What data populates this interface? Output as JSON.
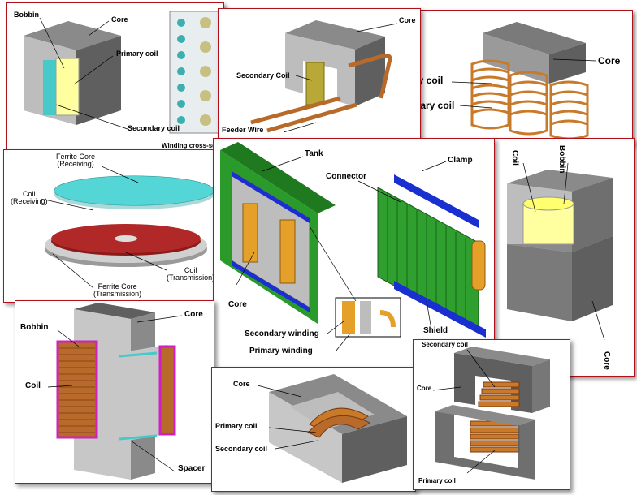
{
  "colors": {
    "frame": "#b0101a",
    "core_dark": "#5f5f5f",
    "core_mid": "#8a8a8a",
    "core_light": "#bdbdbd",
    "copper": "#c87a2a",
    "coil_yellow": "#ffffa0",
    "ferrite_cyan": "#48c9c9",
    "coil_red": "#8b1a1a",
    "tank_green": "#2a9a2a",
    "clamp_blue": "#1a2fd0",
    "bobbin_magenta": "#d020c0"
  },
  "panels": {
    "p1": {
      "bobbin": "Bobbin",
      "core": "Core",
      "primary": "Primary coil",
      "secondary": "Secondary coil",
      "caption": "Winding cross-sec"
    },
    "p2": {
      "core": "Core",
      "secondary": "Secondary Coil",
      "feeder": "Feeder Wire"
    },
    "p3": {
      "core": "Core",
      "primary": "ry coil",
      "secondary": "dary coil"
    },
    "p4": {
      "ferrite_rx": "Ferrite Core\n(Receiving)",
      "coil_rx": "Coil\n(Receiving)",
      "coil_tx": "Coil\n(Transmission)",
      "ferrite_tx": "Ferrite Core\n(Transmission)"
    },
    "p5": {
      "tank": "Tank",
      "connector": "Connector",
      "clamp": "Clamp",
      "core": "Core",
      "shield": "Shield",
      "secondary": "Secondary winding",
      "primary": "Primary winding"
    },
    "p6": {
      "coil": "Coil",
      "bobbin": "Bobbin",
      "core": "Core"
    },
    "p7": {
      "core": "Core",
      "bobbin": "Bobbin",
      "coil": "Coil",
      "spacer": "Spacer"
    },
    "p8": {
      "core": "Core",
      "primary": "Primary coil",
      "secondary": "Secondary coil"
    },
    "p9": {
      "secondary": "Secondary coil",
      "core": "Core",
      "primary": "Primary coil"
    }
  }
}
